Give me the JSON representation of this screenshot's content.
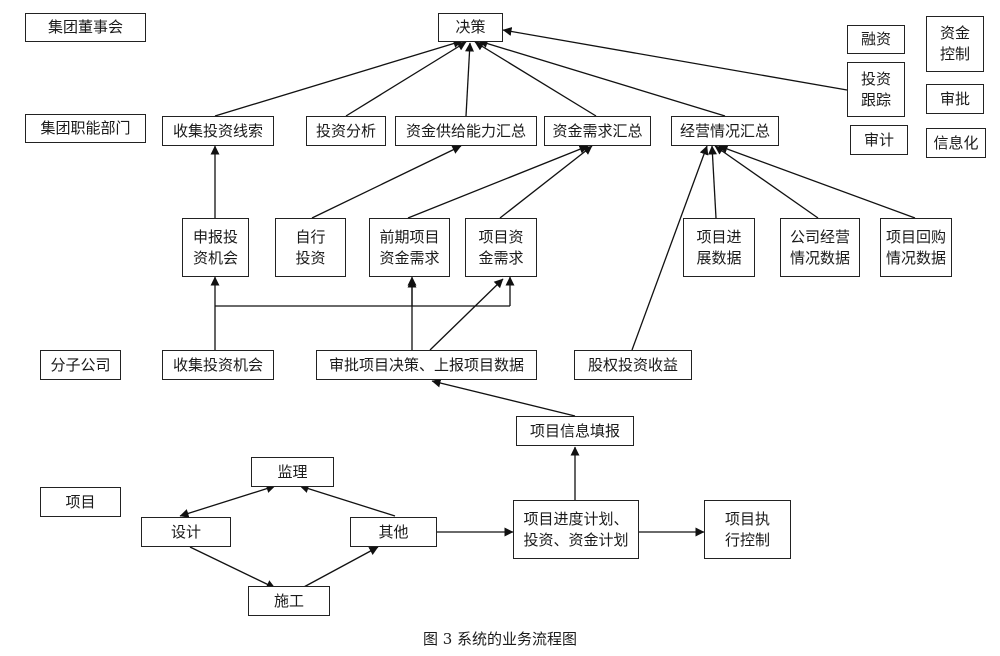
{
  "nodes": {
    "group_board": "集团董事会",
    "decision": "决策",
    "group_function": "集团职能部门",
    "collect_leads": "收集投资线索",
    "invest_analysis": "投资分析",
    "funding_capacity": "资金供给能力汇总",
    "funding_demand": "资金需求汇总",
    "operation_summary": "经营情况汇总",
    "financing": "融资",
    "fund_control": "资金\n控制",
    "invest_tracking": "投资\n跟踪",
    "approval": "审批",
    "audit": "审计",
    "informatization": "信息化",
    "report_opportunity": "申报投\n资机会",
    "self_invest": "自行\n投资",
    "early_fund_demand": "前期项目\n资金需求",
    "project_fund_demand": "项目资\n金需求",
    "progress_data": "项目进\n展数据",
    "company_ops_data": "公司经营\n情况数据",
    "buyback_data": "项目回购\n情况数据",
    "subsidiary": "分子公司",
    "collect_opportunity": "收集投资机会",
    "approve_report": "审批项目决策、上报项目数据",
    "equity_income": "股权投资收益",
    "info_fill": "项目信息填报",
    "supervision": "监理",
    "project": "项目",
    "design": "设计",
    "other": "其他",
    "plan": "项目进度计划、\n投资、资金计划",
    "execution_control": "项目执\n行控制",
    "construction": "施工"
  },
  "caption": "图 3    系统的业务流程图"
}
